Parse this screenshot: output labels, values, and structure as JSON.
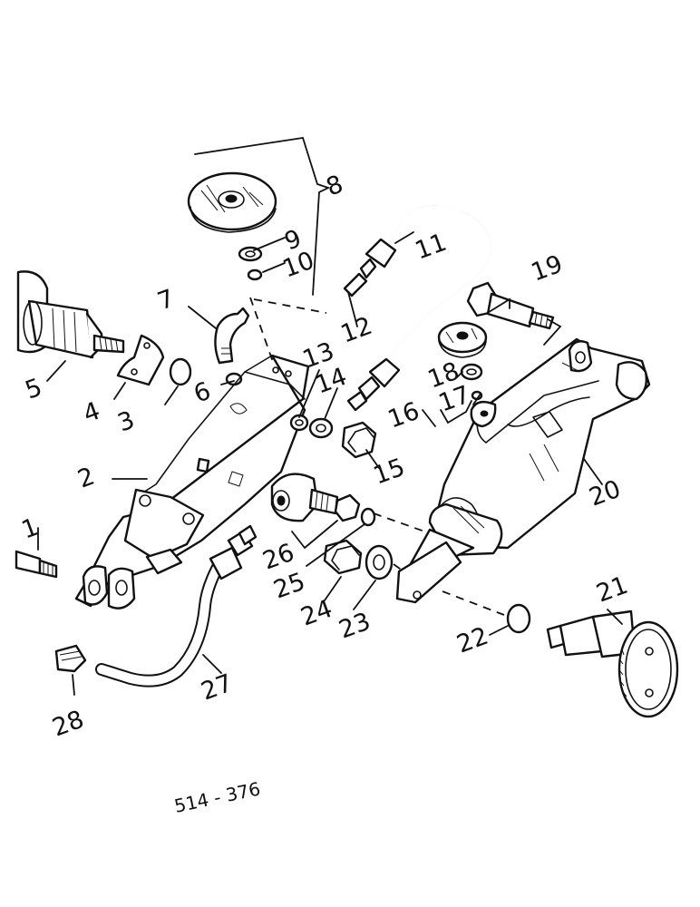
{
  "drawing": {
    "reference_code": "514 - 376",
    "callouts": [
      {
        "id": "c1",
        "text": "1"
      },
      {
        "id": "c2",
        "text": "2"
      },
      {
        "id": "c3",
        "text": "3"
      },
      {
        "id": "c4",
        "text": "4"
      },
      {
        "id": "c5",
        "text": "5"
      },
      {
        "id": "c6",
        "text": "6"
      },
      {
        "id": "c7",
        "text": "7"
      },
      {
        "id": "c8",
        "text": "8"
      },
      {
        "id": "c9",
        "text": "9"
      },
      {
        "id": "c10",
        "text": "10"
      },
      {
        "id": "c11",
        "text": "11"
      },
      {
        "id": "c12",
        "text": "12"
      },
      {
        "id": "c13",
        "text": "13"
      },
      {
        "id": "c14",
        "text": "14"
      },
      {
        "id": "c15",
        "text": "15"
      },
      {
        "id": "c16",
        "text": "16"
      },
      {
        "id": "c17",
        "text": "17"
      },
      {
        "id": "c18",
        "text": "18"
      },
      {
        "id": "c19",
        "text": "19"
      },
      {
        "id": "c20",
        "text": "20"
      },
      {
        "id": "c21",
        "text": "21"
      },
      {
        "id": "c22",
        "text": "22"
      },
      {
        "id": "c23",
        "text": "23"
      },
      {
        "id": "c24",
        "text": "24"
      },
      {
        "id": "c25",
        "text": "25"
      },
      {
        "id": "c26",
        "text": "26"
      },
      {
        "id": "c27",
        "text": "27"
      },
      {
        "id": "c28",
        "text": "28"
      }
    ]
  }
}
